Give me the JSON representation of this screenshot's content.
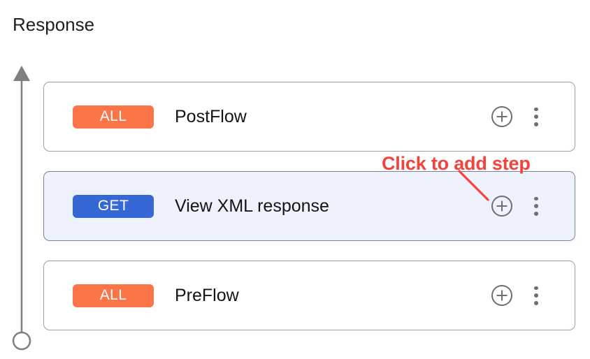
{
  "section": {
    "title": "Response"
  },
  "timeline": {
    "arrow_icon": "arrow-up-icon",
    "endpoint_icon": "circle-outline-icon",
    "line_color": "#7f7f7f"
  },
  "annotation": {
    "text": "Click to add step",
    "color": "#f4433c",
    "arrow_icon": "pointer-line-icon"
  },
  "colors": {
    "badge_all": "#fb7549",
    "badge_get": "#3568d4",
    "selected_row": "#eef2fc",
    "card_border": "#9aa0a6",
    "icon_gray": "#6d6f73"
  },
  "flows": [
    {
      "verb": "ALL",
      "verb_style": "verb-all",
      "label": "PostFlow",
      "selected": false,
      "add_icon": "plus-circle-icon",
      "menu_icon": "more-vertical-icon"
    },
    {
      "verb": "GET",
      "verb_style": "verb-get",
      "label": "View XML response",
      "selected": true,
      "add_icon": "plus-circle-icon",
      "menu_icon": "more-vertical-icon"
    },
    {
      "verb": "ALL",
      "verb_style": "verb-all",
      "label": "PreFlow",
      "selected": false,
      "add_icon": "plus-circle-icon",
      "menu_icon": "more-vertical-icon"
    }
  ]
}
